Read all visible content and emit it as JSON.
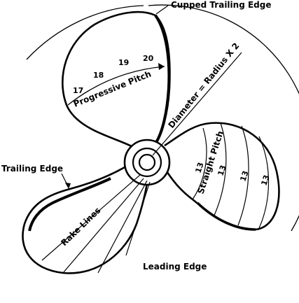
{
  "labels": {
    "cupped_trailing_edge": "Cupped Trailing Edge",
    "progressive_pitch": "Progressive Pitch",
    "diameter": "Diameter = Radius X 2",
    "straight_pitch": "Straight Pitch",
    "trailing_edge": "Trailing Edge",
    "rake_lines": "Rake Lines",
    "leading_edge": "Leading Edge"
  },
  "progressive_pitch_values": [
    "17",
    "18",
    "19",
    "20"
  ],
  "straight_pitch_values": [
    "13",
    "13",
    "13",
    "13"
  ]
}
